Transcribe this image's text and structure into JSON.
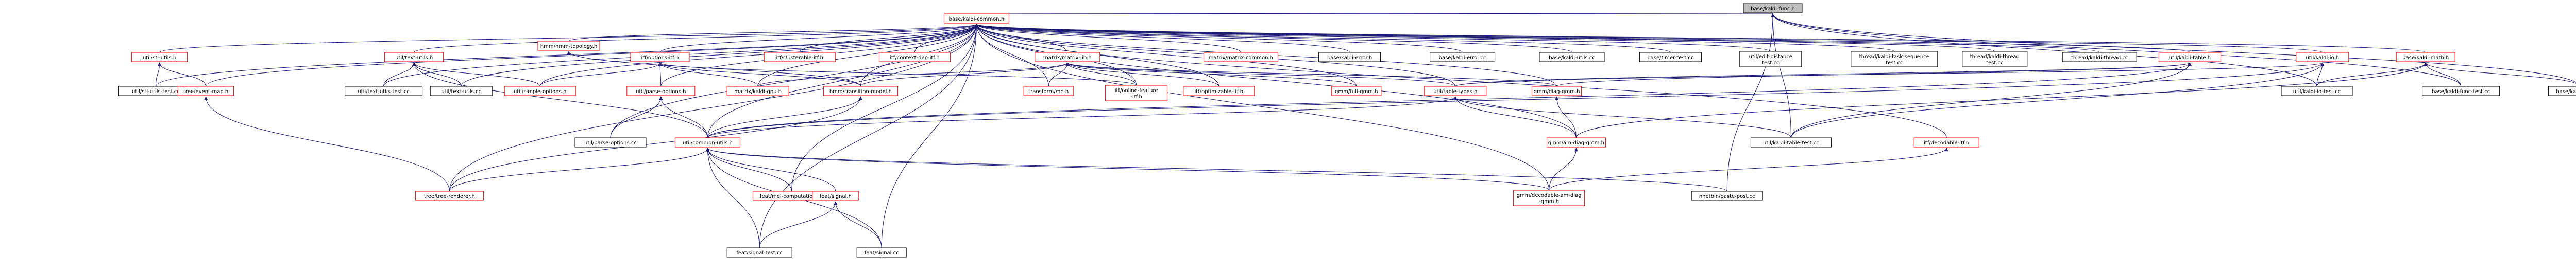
{
  "graph": {
    "nodes": [
      {
        "id": "root",
        "label": "base/kaldi-func.h",
        "kind": "root"
      },
      {
        "id": "common",
        "label": "base/kaldi-common.h",
        "kind": "red"
      },
      {
        "id": "utf_h",
        "label": "util/stl-utils.h",
        "kind": "red"
      },
      {
        "id": "tsu_h",
        "label": "util/text-utils.h",
        "kind": "red"
      },
      {
        "id": "hmmtopo",
        "label": "hmm/hmm-topology.h",
        "kind": "red"
      },
      {
        "id": "itf_opt",
        "label": "itf/options-itf.h",
        "kind": "red"
      },
      {
        "id": "itf_cls",
        "label": "itf/clusterable-itf.h",
        "kind": "red"
      },
      {
        "id": "itf_ctx",
        "label": "itf/context-dep-itf.h",
        "kind": "red"
      },
      {
        "id": "mlib",
        "label": "matrix/matrix-lib.h",
        "kind": "red"
      },
      {
        "id": "mcommon",
        "label": "matrix/matrix-common.h",
        "kind": "red"
      },
      {
        "id": "bke",
        "label": "base/kaldi-error.h",
        "kind": "black"
      },
      {
        "id": "ke_test",
        "label": "base/kaldi-error.cc",
        "kind": "black"
      },
      {
        "id": "ku_cc",
        "label": "base/kaldi-utils.cc",
        "kind": "black"
      },
      {
        "id": "timer",
        "label": "base/timer-test.cc",
        "kind": "black"
      },
      {
        "id": "edit_test",
        "label": "util/edit-distance\ntest.cc",
        "kind": "black"
      },
      {
        "id": "tts_test",
        "label": "thread/kaldi-task-sequence\ntest.cc",
        "kind": "black"
      },
      {
        "id": "thr_test",
        "label": "thread/kaldi-thread\ntest.cc",
        "kind": "black"
      },
      {
        "id": "thr_cc",
        "label": "thread/kaldi-thread.cc",
        "kind": "black"
      },
      {
        "id": "ktable",
        "label": "util/kaldi-table.h",
        "kind": "red"
      },
      {
        "id": "kio",
        "label": "util/kaldi-io.h",
        "kind": "red"
      },
      {
        "id": "kmath",
        "label": "base/kaldi-math.h",
        "kind": "red"
      },
      {
        "id": "stlu_test",
        "label": "util/stl-utils-test.cc",
        "kind": "black"
      },
      {
        "id": "treemap",
        "label": "tree/event-map.h",
        "kind": "red"
      },
      {
        "id": "tsu_test",
        "label": "util/text-utils-test.cc",
        "kind": "black"
      },
      {
        "id": "tsu_cc",
        "label": "util/text-utils.cc",
        "kind": "black"
      },
      {
        "id": "simpleopt",
        "label": "util/simple-options.h",
        "kind": "red"
      },
      {
        "id": "parseopt",
        "label": "util/parse-options.h",
        "kind": "red"
      },
      {
        "id": "kgpu",
        "label": "matrix/kaldi-gpu.h",
        "kind": "red"
      },
      {
        "id": "transmodel",
        "label": "hmm/transition-model.h",
        "kind": "red"
      },
      {
        "id": "transformmin",
        "label": "transform/mn.h",
        "kind": "red"
      },
      {
        "id": "onlinefeat",
        "label": "itf/online-feature\n-itf.h",
        "kind": "red"
      },
      {
        "id": "optable",
        "label": "itf/optimizable-itf.h",
        "kind": "red"
      },
      {
        "id": "fullgmm",
        "label": "gmm/full-gmm.h",
        "kind": "red"
      },
      {
        "id": "ttypes",
        "label": "util/table-types.h",
        "kind": "red"
      },
      {
        "id": "diaggmm",
        "label": "gmm/diag-gmm.h",
        "kind": "red"
      },
      {
        "id": "kio_test",
        "label": "util/kaldi-io-test.cc",
        "kind": "black"
      },
      {
        "id": "bff_test",
        "label": "base/kaldi-func-test.cc",
        "kind": "black"
      },
      {
        "id": "bff_cc",
        "label": "base/kaldi-func.cc",
        "kind": "black"
      },
      {
        "id": "po_cc",
        "label": "util/parse-options.cc",
        "kind": "black"
      },
      {
        "id": "cu",
        "label": "util/common-utils.h",
        "kind": "red"
      },
      {
        "id": "amdiag",
        "label": "gmm/am-diag-gmm.h",
        "kind": "red"
      },
      {
        "id": "ktt_test",
        "label": "util/kaldi-table-test.cc",
        "kind": "black"
      },
      {
        "id": "itfdec",
        "label": "itf/decodable-itf.h",
        "kind": "red"
      },
      {
        "id": "treerender",
        "label": "tree/tree-renderer.h",
        "kind": "red"
      },
      {
        "id": "melcomp",
        "label": "feat/mel-computations.h",
        "kind": "red"
      },
      {
        "id": "featsig",
        "label": "feat/signal.h",
        "kind": "red"
      },
      {
        "id": "decam",
        "label": "gmm/decodable-am-diag\n-gmm.h",
        "kind": "red"
      },
      {
        "id": "nnetpaste",
        "label": "nnetbin/paste-post.cc",
        "kind": "black"
      },
      {
        "id": "sig_test",
        "label": "feat/signal-test.cc",
        "kind": "black"
      },
      {
        "id": "sig_cc",
        "label": "feat/signal.cc",
        "kind": "black"
      }
    ],
    "edges": [
      [
        "common",
        "root"
      ],
      [
        "bff_test",
        "root"
      ],
      [
        "bff_cc",
        "root"
      ],
      [
        "kio_test",
        "root"
      ],
      [
        "ktt_test",
        "root"
      ],
      [
        "nnetpaste",
        "root"
      ],
      [
        "utf_h",
        "common"
      ],
      [
        "tsu_h",
        "common"
      ],
      [
        "hmmtopo",
        "common"
      ],
      [
        "itf_opt",
        "common"
      ],
      [
        "itf_cls",
        "common"
      ],
      [
        "itf_ctx",
        "common"
      ],
      [
        "mlib",
        "common"
      ],
      [
        "mcommon",
        "common"
      ],
      [
        "bke",
        "common"
      ],
      [
        "ke_test",
        "common"
      ],
      [
        "ku_cc",
        "common"
      ],
      [
        "timer",
        "common"
      ],
      [
        "edit_test",
        "common"
      ],
      [
        "tts_test",
        "common"
      ],
      [
        "thr_test",
        "common"
      ],
      [
        "thr_cc",
        "common"
      ],
      [
        "ktable",
        "common"
      ],
      [
        "kio",
        "common"
      ],
      [
        "kmath",
        "common"
      ],
      [
        "stlu_test",
        "common"
      ],
      [
        "treemap",
        "common"
      ],
      [
        "tsu_test",
        "common"
      ],
      [
        "tsu_cc",
        "common"
      ],
      [
        "simpleopt",
        "common"
      ],
      [
        "parseopt",
        "common"
      ],
      [
        "kgpu",
        "common"
      ],
      [
        "transmodel",
        "common"
      ],
      [
        "transformmin",
        "common"
      ],
      [
        "onlinefeat",
        "common"
      ],
      [
        "optable",
        "common"
      ],
      [
        "fullgmm",
        "common"
      ],
      [
        "ttypes",
        "common"
      ],
      [
        "diaggmm",
        "common"
      ],
      [
        "po_cc",
        "common"
      ],
      [
        "cu",
        "common"
      ],
      [
        "itfdec",
        "common"
      ],
      [
        "treerender",
        "common"
      ],
      [
        "melcomp",
        "common"
      ],
      [
        "sig_test",
        "common"
      ],
      [
        "sig_cc",
        "common"
      ],
      [
        "decam",
        "common"
      ],
      [
        "amdiag",
        "common"
      ],
      [
        "stlu_test",
        "utf_h"
      ],
      [
        "treemap",
        "utf_h"
      ],
      [
        "treerender",
        "treemap"
      ],
      [
        "tsu_test",
        "tsu_h"
      ],
      [
        "tsu_cc",
        "tsu_h"
      ],
      [
        "simpleopt",
        "tsu_h"
      ],
      [
        "cu",
        "tsu_h"
      ],
      [
        "transmodel",
        "hmmtopo"
      ],
      [
        "simpleopt",
        "itf_opt"
      ],
      [
        "parseopt",
        "itf_opt"
      ],
      [
        "transmodel",
        "itf_opt"
      ],
      [
        "kgpu",
        "itf_opt"
      ],
      [
        "onlinefeat",
        "itf_opt"
      ],
      [
        "transmodel",
        "mlib"
      ],
      [
        "transformmin",
        "mlib"
      ],
      [
        "onlinefeat",
        "mlib"
      ],
      [
        "optable",
        "mlib"
      ],
      [
        "fullgmm",
        "mlib"
      ],
      [
        "ttypes",
        "mlib"
      ],
      [
        "diaggmm",
        "mlib"
      ],
      [
        "kgpu",
        "mlib"
      ],
      [
        "po_cc",
        "parseopt"
      ],
      [
        "cu",
        "parseopt"
      ],
      [
        "cu",
        "transmodel"
      ],
      [
        "treerender",
        "transmodel"
      ],
      [
        "ttypes",
        "ktable"
      ],
      [
        "diaggmm",
        "ktable"
      ],
      [
        "ktt_test",
        "ktable"
      ],
      [
        "cu",
        "ktable"
      ],
      [
        "ttypes",
        "kio"
      ],
      [
        "kio_test",
        "kio"
      ],
      [
        "ktt_test",
        "kio"
      ],
      [
        "cu",
        "kio"
      ],
      [
        "kio_test",
        "kmath"
      ],
      [
        "bff_test",
        "kmath"
      ],
      [
        "bff_cc",
        "kmath"
      ],
      [
        "amdiag",
        "kmath"
      ],
      [
        "cu",
        "ttypes"
      ],
      [
        "ktt_test",
        "ttypes"
      ],
      [
        "amdiag",
        "ttypes"
      ],
      [
        "amdiag",
        "diaggmm"
      ],
      [
        "decam",
        "amdiag"
      ],
      [
        "decam",
        "itfdec"
      ],
      [
        "treerender",
        "cu"
      ],
      [
        "melcomp",
        "cu"
      ],
      [
        "featsig",
        "cu"
      ],
      [
        "sig_test",
        "cu"
      ],
      [
        "sig_cc",
        "cu"
      ],
      [
        "nnetpaste",
        "cu"
      ],
      [
        "decam",
        "cu"
      ],
      [
        "sig_test",
        "featsig"
      ],
      [
        "sig_cc",
        "featsig"
      ]
    ]
  }
}
